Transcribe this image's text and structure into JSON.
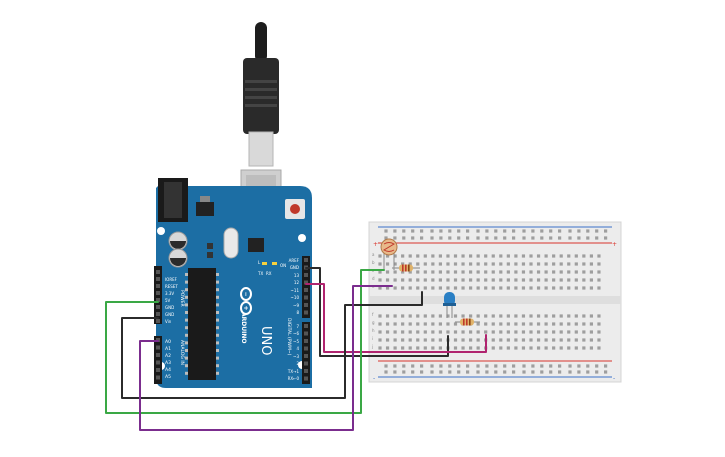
{
  "arduino": {
    "brand": "ARDUINO",
    "model": "UNO",
    "power_header_label": "POWER",
    "analog_header_label": "ANALOG IN",
    "digital_header_label": "DIGITAL (PWM~)",
    "led_labels": [
      "L",
      "TX",
      "RX",
      "ON"
    ],
    "top_header_labels": [
      "AREF",
      "GND",
      "13",
      "12",
      "~11",
      "~10",
      "~9",
      "8"
    ],
    "bottom_header_labels": [
      "7",
      "~6",
      "~5",
      "4",
      "~3",
      "2",
      "TX→1",
      "RX←0"
    ],
    "power_pin_labels": [
      "IOREF",
      "RESET",
      "3.3V",
      "5V",
      "GND",
      "GND",
      "Vin"
    ],
    "analog_pin_labels": [
      "A0",
      "A1",
      "A2",
      "A3",
      "A4",
      "A5"
    ]
  },
  "breadboard": {
    "rail_plus": "+",
    "rail_minus": "-",
    "row_letters_top": [
      "a",
      "b",
      "c",
      "d",
      "e"
    ],
    "row_letters_bottom": [
      "f",
      "g",
      "h",
      "i",
      "j"
    ]
  },
  "colors": {
    "board": "#1c6ea4",
    "board_dark": "#155a88",
    "wire_black": "#2b2b2b",
    "wire_green": "#3aa845",
    "wire_purple": "#7b2d8e",
    "wire_magenta": "#b0246f",
    "led": "#2a7fc4",
    "rail_red": "#d9342b",
    "rail_blue": "#3a6fc8"
  }
}
